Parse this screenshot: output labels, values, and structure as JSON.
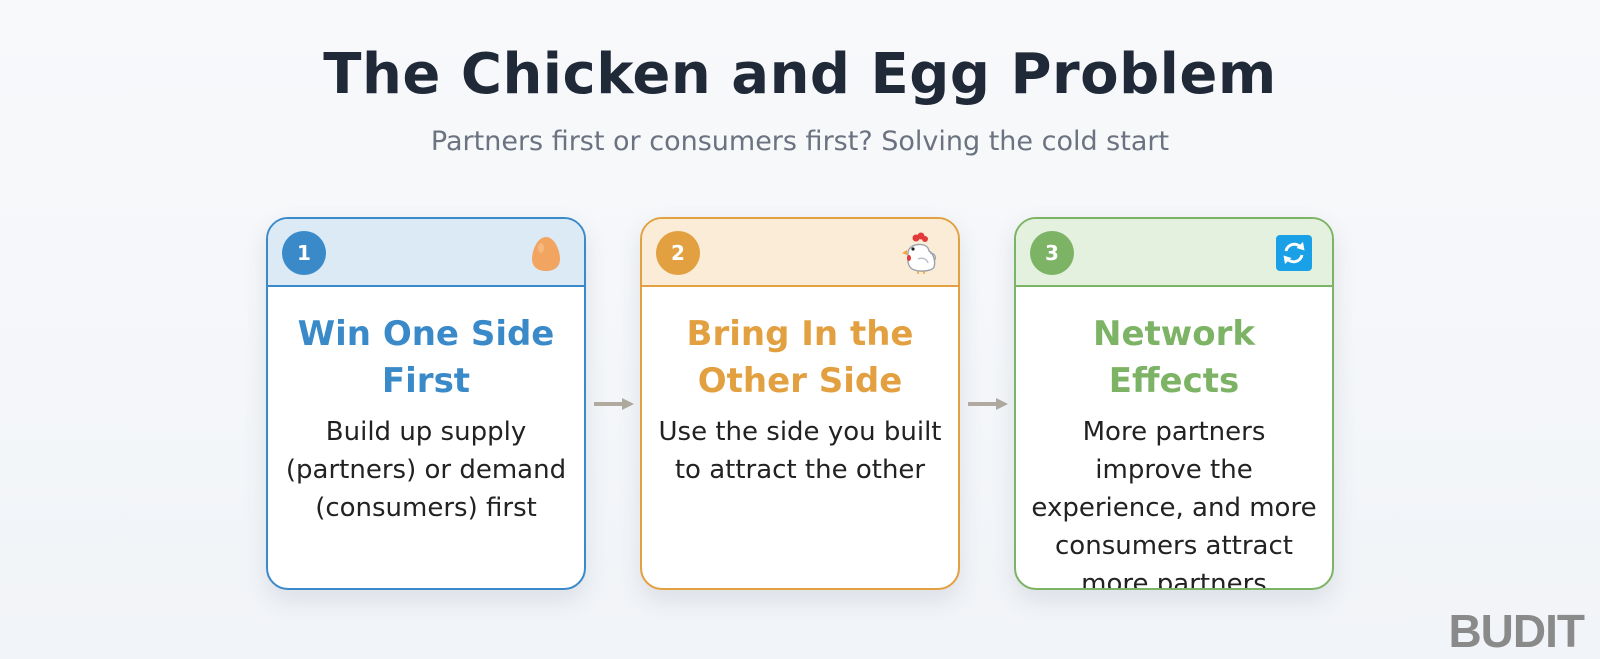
{
  "header": {
    "title": "The Chicken and Egg Problem",
    "subtitle": "Partners first or consumers first? Solving the cold start"
  },
  "steps": [
    {
      "number": "1",
      "icon": "egg-icon",
      "title": "Win One Side First",
      "text": "Build up supply (partners) or demand (consumers) first",
      "color": "#3a8ac9",
      "header_bg": "#dbeaf5"
    },
    {
      "number": "2",
      "icon": "chicken-icon",
      "title": "Bring In the Other Side",
      "text": "Use the side you built to attract the other",
      "color": "#e3a040",
      "header_bg": "#fbecd8"
    },
    {
      "number": "3",
      "icon": "refresh-icon",
      "title": "Network Effects",
      "text": "More partners improve the experience, and more consumers attract more partners",
      "color": "#7db365",
      "header_bg": "#e5f1df"
    }
  ],
  "brand": {
    "logo_text": "BUDIT"
  },
  "colors": {
    "title": "#1f2937",
    "subtitle": "#6b7280",
    "arrow": "#b0aaa0"
  }
}
